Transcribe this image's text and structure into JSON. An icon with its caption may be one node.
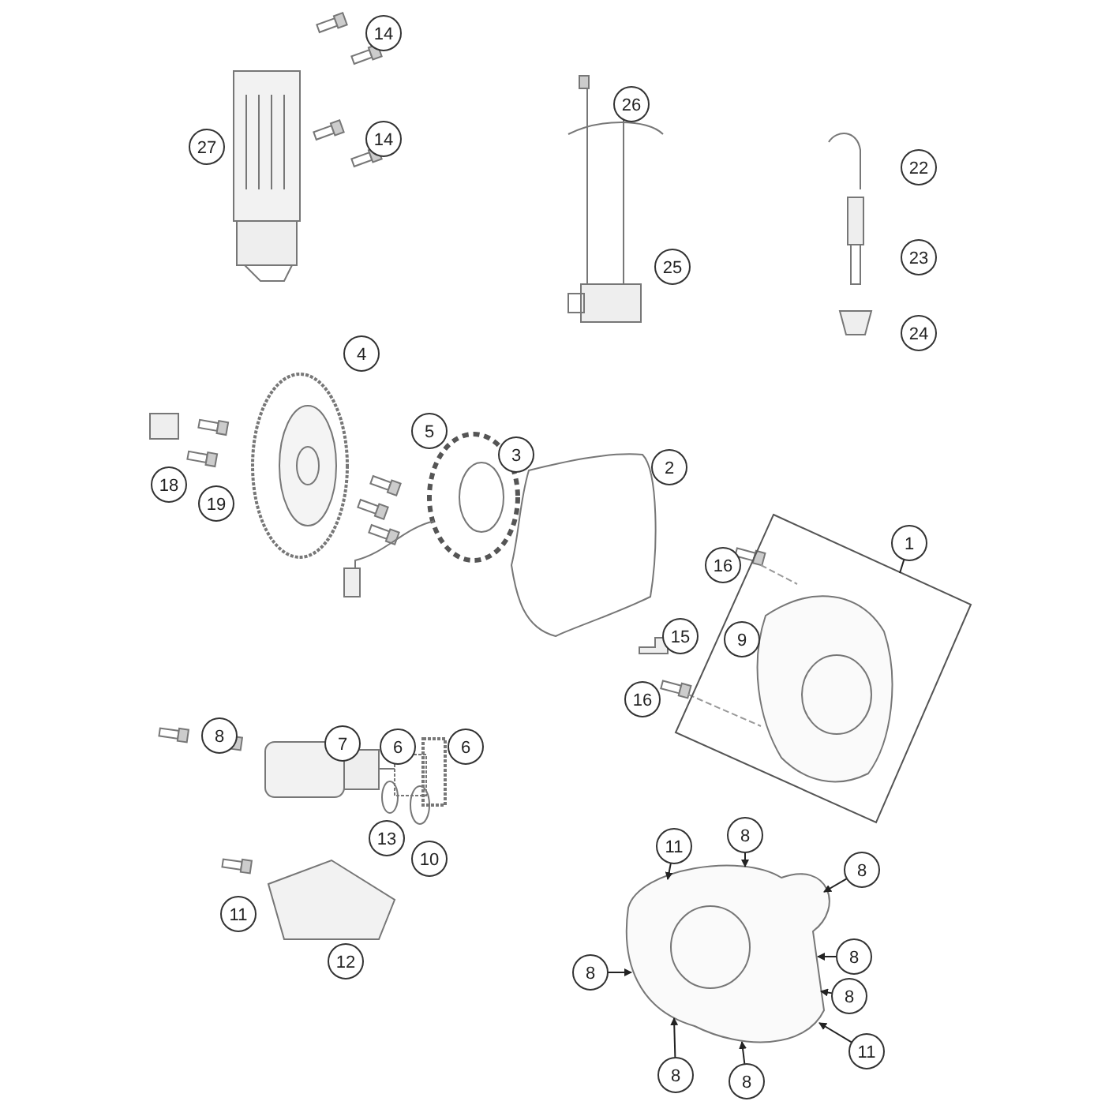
{
  "diagram": {
    "nodes": [
      {
        "text": [
          "14"
        ]
      },
      {
        "text": [
          "27"
        ]
      },
      {
        "text": [
          "14"
        ]
      },
      {
        "text": [
          "26"
        ]
      },
      {
        "text": [
          "22"
        ]
      },
      {
        "text": [
          "25"
        ]
      },
      {
        "text": [
          "23"
        ]
      },
      {
        "text": [
          "24"
        ]
      },
      {
        "text": [
          "4"
        ]
      },
      {
        "text": [
          "5"
        ]
      },
      {
        "text": [
          "3"
        ]
      },
      {
        "text": [
          "2"
        ]
      },
      {
        "text": [
          "18"
        ]
      },
      {
        "text": [
          "19"
        ]
      },
      {
        "text": [
          "1"
        ]
      },
      {
        "text": [
          "16"
        ]
      },
      {
        "text": [
          "15"
        ]
      },
      {
        "text": [
          "9"
        ],
        "in": 36
      },
      {
        "text": [
          "16"
        ]
      },
      {
        "text": [
          "8"
        ]
      },
      {
        "text": [
          "7"
        ]
      },
      {
        "text": [
          "6"
        ]
      },
      {
        "text": [
          "6"
        ]
      },
      {
        "text": [
          "13"
        ]
      },
      {
        "text": [
          "10"
        ]
      },
      {
        "text": [
          "11"
        ]
      },
      {
        "text": [
          "8"
        ]
      },
      {
        "text": [
          "8"
        ]
      },
      {
        "text": [
          "11"
        ]
      },
      {
        "text": [
          "8"
        ]
      },
      {
        "text": [
          "8"
        ]
      },
      {
        "text": [
          "8"
        ]
      },
      {
        "text": [
          "12"
        ]
      },
      {
        "text": [
          "11"
        ]
      },
      {
        "text": [
          "8"
        ]
      },
      {
        "text": [
          "8"
        ]
      },
      {
        "text": [],
        "shape": "box"
      },
      {
        "text": [],
        "shape": "picture",
        "in": 36
      },
      {
        "text": [],
        "shape": "picture"
      }
    ],
    "edges": [
      {
        "from": 14,
        "to": 36,
        "arrow": "none"
      },
      {
        "from": 25,
        "to": 38,
        "arrow": "to"
      },
      {
        "from": 26,
        "to": 38,
        "arrow": "to"
      },
      {
        "from": 27,
        "to": 38,
        "arrow": "to"
      },
      {
        "from": 29,
        "to": 38,
        "arrow": "to"
      },
      {
        "from": 30,
        "to": 38,
        "arrow": "to"
      },
      {
        "from": 31,
        "to": 38,
        "arrow": "to"
      },
      {
        "from": 33,
        "to": 38,
        "arrow": "to"
      },
      {
        "from": 34,
        "to": 38,
        "arrow": "to"
      },
      {
        "from": 35,
        "to": 38,
        "arrow": "to"
      }
    ]
  }
}
